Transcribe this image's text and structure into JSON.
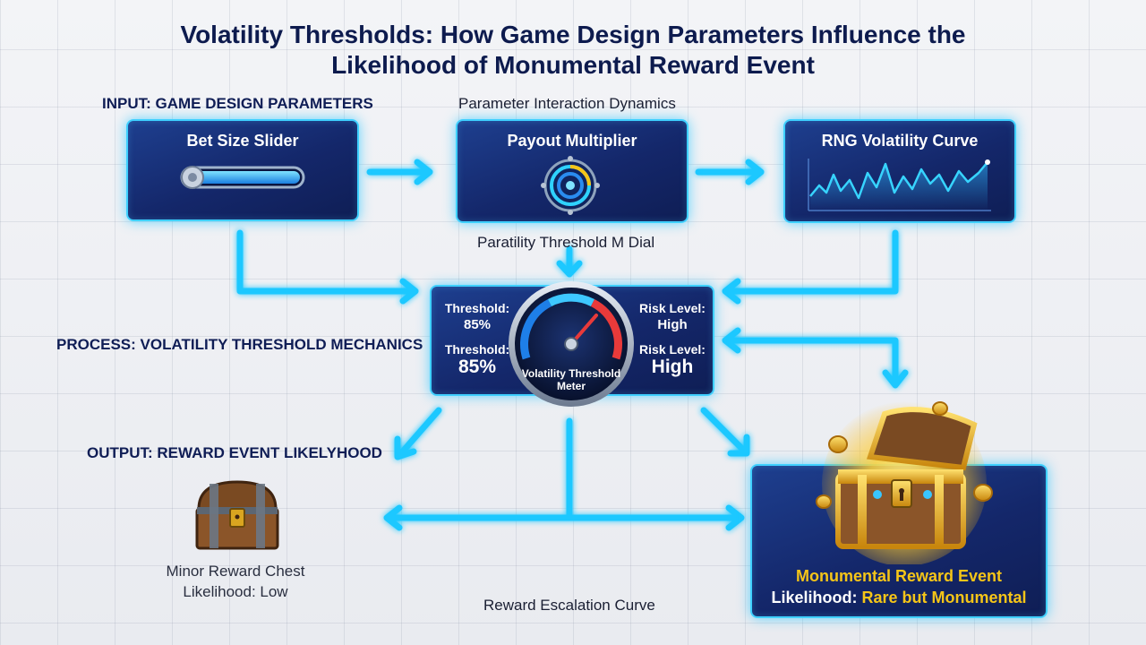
{
  "title": {
    "line1": "Volatility Thresholds: How Game Design Parameters Influence the",
    "line2": "Likelihood of Monumental Reward Event"
  },
  "sections": {
    "input": "INPUT: GAME DESIGN PARAMETERS",
    "process": "PROCESS: VOLATILITY THRESHOLD MECHANICS",
    "output": "OUTPUT: REWARD EVENT LIKELYHOOD"
  },
  "labels": {
    "interaction": "Parameter Interaction Dynamics",
    "dial": "Paratility Threshold M Dial",
    "escalation": "Reward Escalation Curve"
  },
  "cards": {
    "bet_size": "Bet Size Slider",
    "payout": "Payout Multiplier",
    "rng": "RNG Volatility Curve"
  },
  "meter": {
    "gauge_label_1": "Volatility Threshold",
    "gauge_label_2": "Meter",
    "left_small_key": "Threshold:",
    "left_small_value": "85%",
    "left_big_key": "Threshold:",
    "left_big_value": "85%",
    "right_small_key": "Risk Level:",
    "right_small_value": "High",
    "right_big_key": "Risk Level:",
    "right_big_value": "High"
  },
  "minor": {
    "line1": "Minor Reward Chest",
    "line2": "Likelihood: Low"
  },
  "monumental": {
    "line1": "Monumental Reward Event",
    "line2_prefix": "Likelihood: ",
    "line2_value": "Rare but Monumental"
  },
  "colors": {
    "flow": "#1ec8ff",
    "card_border": "#3fd0ff",
    "gold": "#f5c518",
    "navy": "#0d1b4e"
  },
  "icons": [
    "slider-icon",
    "target-dial-icon",
    "volatility-line-icon",
    "gauge-icon",
    "treasure-chest-icon",
    "open-treasure-chest-icon"
  ]
}
